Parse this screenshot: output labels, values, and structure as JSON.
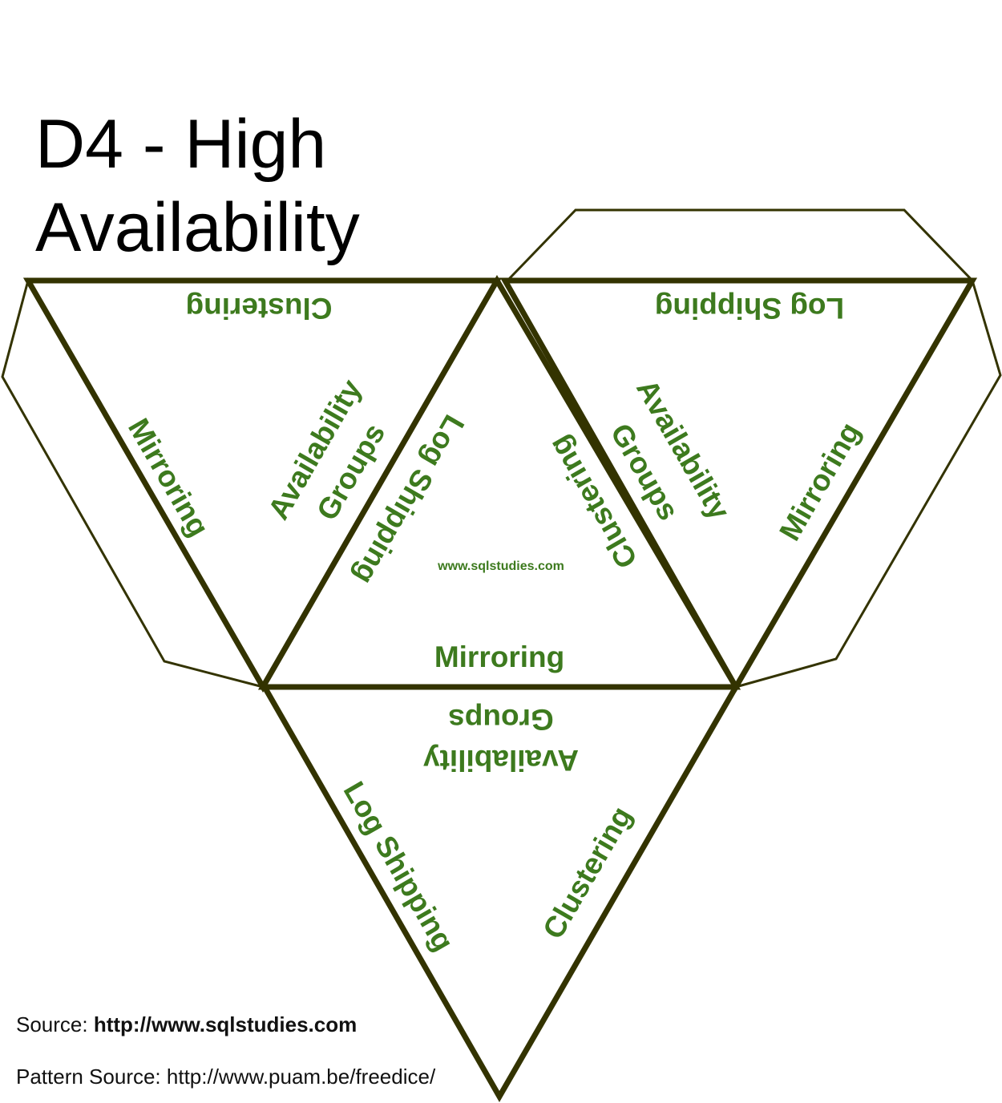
{
  "title_line1": "D4 - High",
  "title_line2": "Availability",
  "colors": {
    "text": "#3d7a1e",
    "line": "#333300"
  },
  "faces": {
    "top_left": {
      "top": "Clustering",
      "left": "Mirroring",
      "inner_a": "Availability",
      "inner_b": "Groups"
    },
    "center": {
      "left": "Log Shipping",
      "right": "Clustering",
      "bottom": "Mirroring",
      "watermark": "www.sqlstudies.com"
    },
    "top_right": {
      "top": "Log Shipping",
      "inner_a": "Availability",
      "inner_b": "Groups",
      "right": "Mirroring"
    },
    "bottom": {
      "top_a": "Groups",
      "top_b": "Availability",
      "left": "Log Shipping",
      "right": "Clustering"
    }
  },
  "footer": {
    "source_label": "Source:",
    "source_url": "http://www.sqlstudies.com",
    "pattern_label": "Pattern Source:",
    "pattern_url": "http://www.puam.be/freedice/"
  }
}
